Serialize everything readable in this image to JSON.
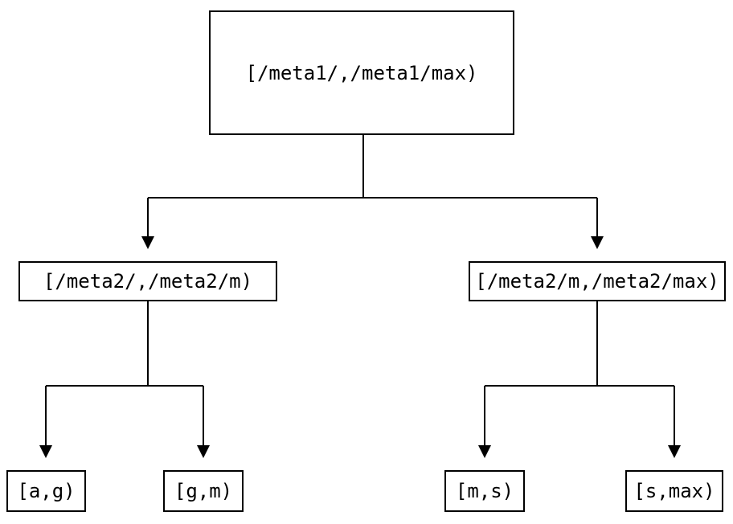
{
  "diagram": {
    "colors": {
      "background": "#ffffff",
      "line": "#000000",
      "node_border": "#000000",
      "node_fill": "#ffffff",
      "text": "#000000"
    },
    "nodes": {
      "root": {
        "label": "[/meta1/,/meta1/max)"
      },
      "meta2_low": {
        "label": "[/meta2/,/meta2/m)"
      },
      "meta2_high": {
        "label": "[/meta2/m,/meta2/max)"
      },
      "leaf_a_g": {
        "label": "[a,g)"
      },
      "leaf_g_m": {
        "label": "[g,m)"
      },
      "leaf_m_s": {
        "label": "[m,s)"
      },
      "leaf_s_max": {
        "label": "[s,max)"
      }
    },
    "edges": [
      {
        "from": "root",
        "to": "meta2_low"
      },
      {
        "from": "root",
        "to": "meta2_high"
      },
      {
        "from": "meta2_low",
        "to": "leaf_a_g"
      },
      {
        "from": "meta2_low",
        "to": "leaf_g_m"
      },
      {
        "from": "meta2_high",
        "to": "leaf_m_s"
      },
      {
        "from": "meta2_high",
        "to": "leaf_s_max"
      }
    ]
  }
}
